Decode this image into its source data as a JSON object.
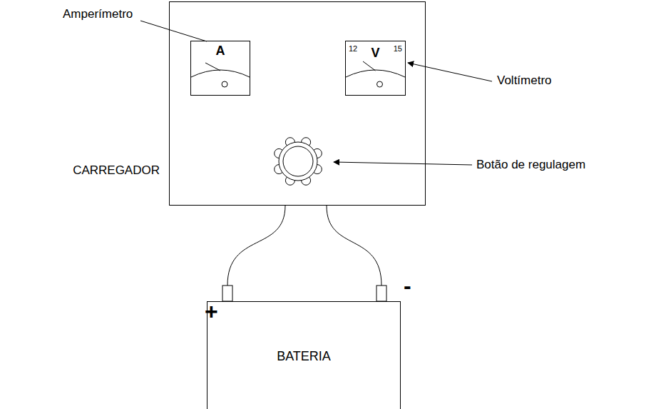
{
  "diagram": {
    "nodes": [
      {
        "text": [
          "CARREGADOR"
        ]
      },
      {
        "text": [
          "A"
        ],
        "in": 0
      },
      {
        "text": [
          "12",
          "V",
          "15"
        ],
        "in": 0
      },
      {
        "text": [
          "BATERIA"
        ]
      }
    ],
    "edges": [
      {
        "from": 0,
        "to": 3,
        "arrow": "none"
      },
      {
        "from": 0,
        "to": 3,
        "arrow": "none"
      }
    ],
    "labels": [
      "Amperímetro",
      "Voltímetro",
      "Botão de regulagem",
      "+",
      "-"
    ]
  }
}
